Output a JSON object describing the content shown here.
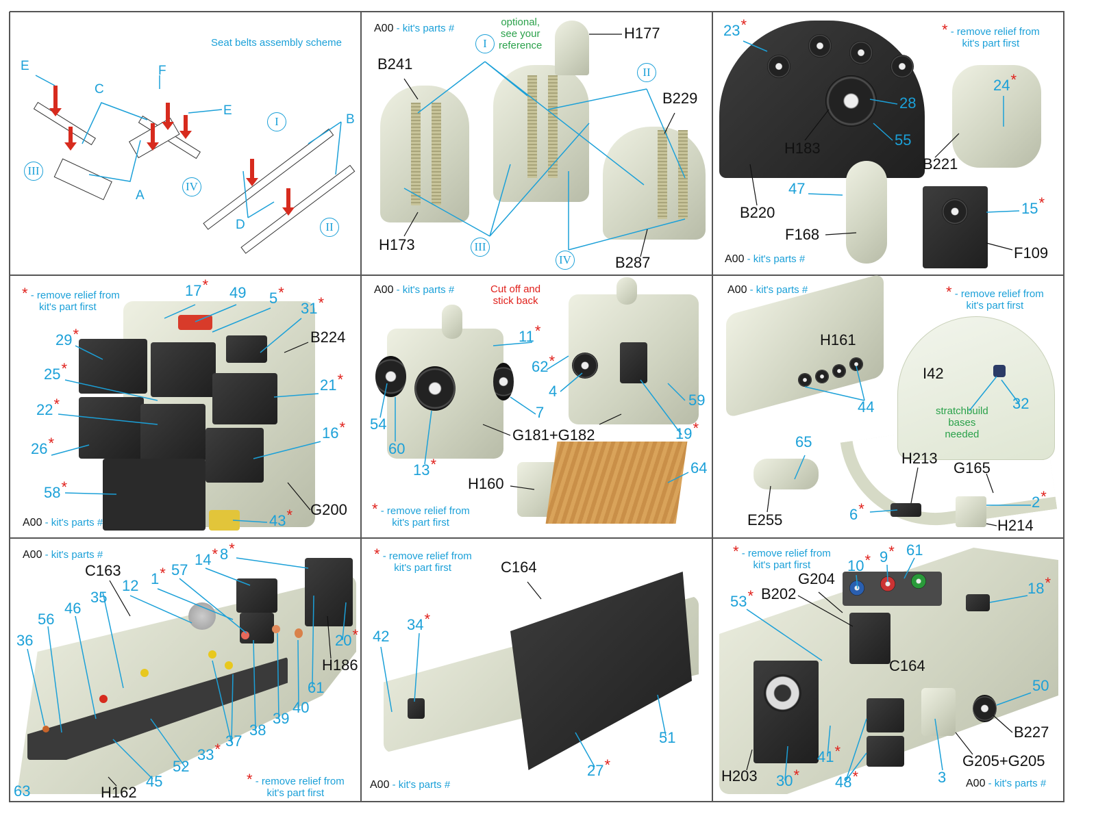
{
  "common": {
    "star": "*",
    "kit_code": "A00",
    "kit_parts": " - kit's parts #",
    "remove_relief_1": "- remove relief from",
    "remove_relief_2": "kit's part first"
  },
  "p1": {
    "title": "Seat belts assembly scheme",
    "E1": "E",
    "C": "C",
    "F": "F",
    "E2": "E",
    "A": "A",
    "B": "B",
    "D": "D",
    "III": "III",
    "IV": "IV",
    "I": "I",
    "II": "II"
  },
  "p2": {
    "optional": [
      "optional,",
      "see your",
      "reference"
    ],
    "H177": "H177",
    "B241": "B241",
    "B229": "B229",
    "H173": "H173",
    "B287": "B287",
    "I": "I",
    "II": "II",
    "III": "III",
    "IV": "IV"
  },
  "p3": {
    "n23": "23",
    "n24": "24",
    "n28": "28",
    "n55": "55",
    "H183": "H183",
    "B221": "B221",
    "n47": "47",
    "B220": "B220",
    "F168": "F168",
    "n15": "15",
    "F109": "F109"
  },
  "p4": {
    "n17": "17",
    "n49": "49",
    "n5": "5",
    "n31": "31",
    "B224": "B224",
    "n29": "29",
    "n25": "25",
    "n21": "21",
    "n22": "22",
    "n16": "16",
    "n26": "26",
    "n58": "58",
    "G200": "G200",
    "n43": "43"
  },
  "p5": {
    "cut": [
      "Cut off and",
      "stick back"
    ],
    "n11": "11",
    "n62": "62",
    "n4": "4",
    "n59": "59",
    "n54": "54",
    "n7": "7",
    "n60": "60",
    "G181": "G181+G182",
    "n19": "19",
    "n13": "13",
    "H160": "H160",
    "n64": "64"
  },
  "p6": {
    "H161": "H161",
    "I42": "I42",
    "n32": "32",
    "n44": "44",
    "scratch": [
      "stratchbuild",
      "bases",
      "needed"
    ],
    "n65": "65",
    "H213": "H213",
    "G165": "G165",
    "E255": "E255",
    "n6": "6",
    "n2": "2",
    "H214": "H214"
  },
  "p7": {
    "C163": "C163",
    "n12": "12",
    "n1": "1",
    "n57": "57",
    "n14": "14",
    "n8": "8",
    "n35": "35",
    "n46": "46",
    "n56": "56",
    "n36": "36",
    "n20": "20",
    "H186": "H186",
    "n61": "61",
    "n40": "40",
    "n39": "39",
    "n38": "38",
    "n37": "37",
    "n33": "33",
    "n52": "52",
    "n45": "45",
    "n63": "63",
    "H162": "H162"
  },
  "p8": {
    "C164": "C164",
    "n34": "34",
    "n42": "42",
    "n51": "51",
    "n27": "27"
  },
  "p9": {
    "n61": "61",
    "n9": "9",
    "n10": "10",
    "G204": "G204",
    "n18": "18",
    "n53": "53",
    "B202": "B202",
    "C164": "C164",
    "n50": "50",
    "B227": "B227",
    "n41": "41",
    "G205": "G205+G205",
    "H203": "H203",
    "n30": "30",
    "n48": "48",
    "n3": "3"
  }
}
